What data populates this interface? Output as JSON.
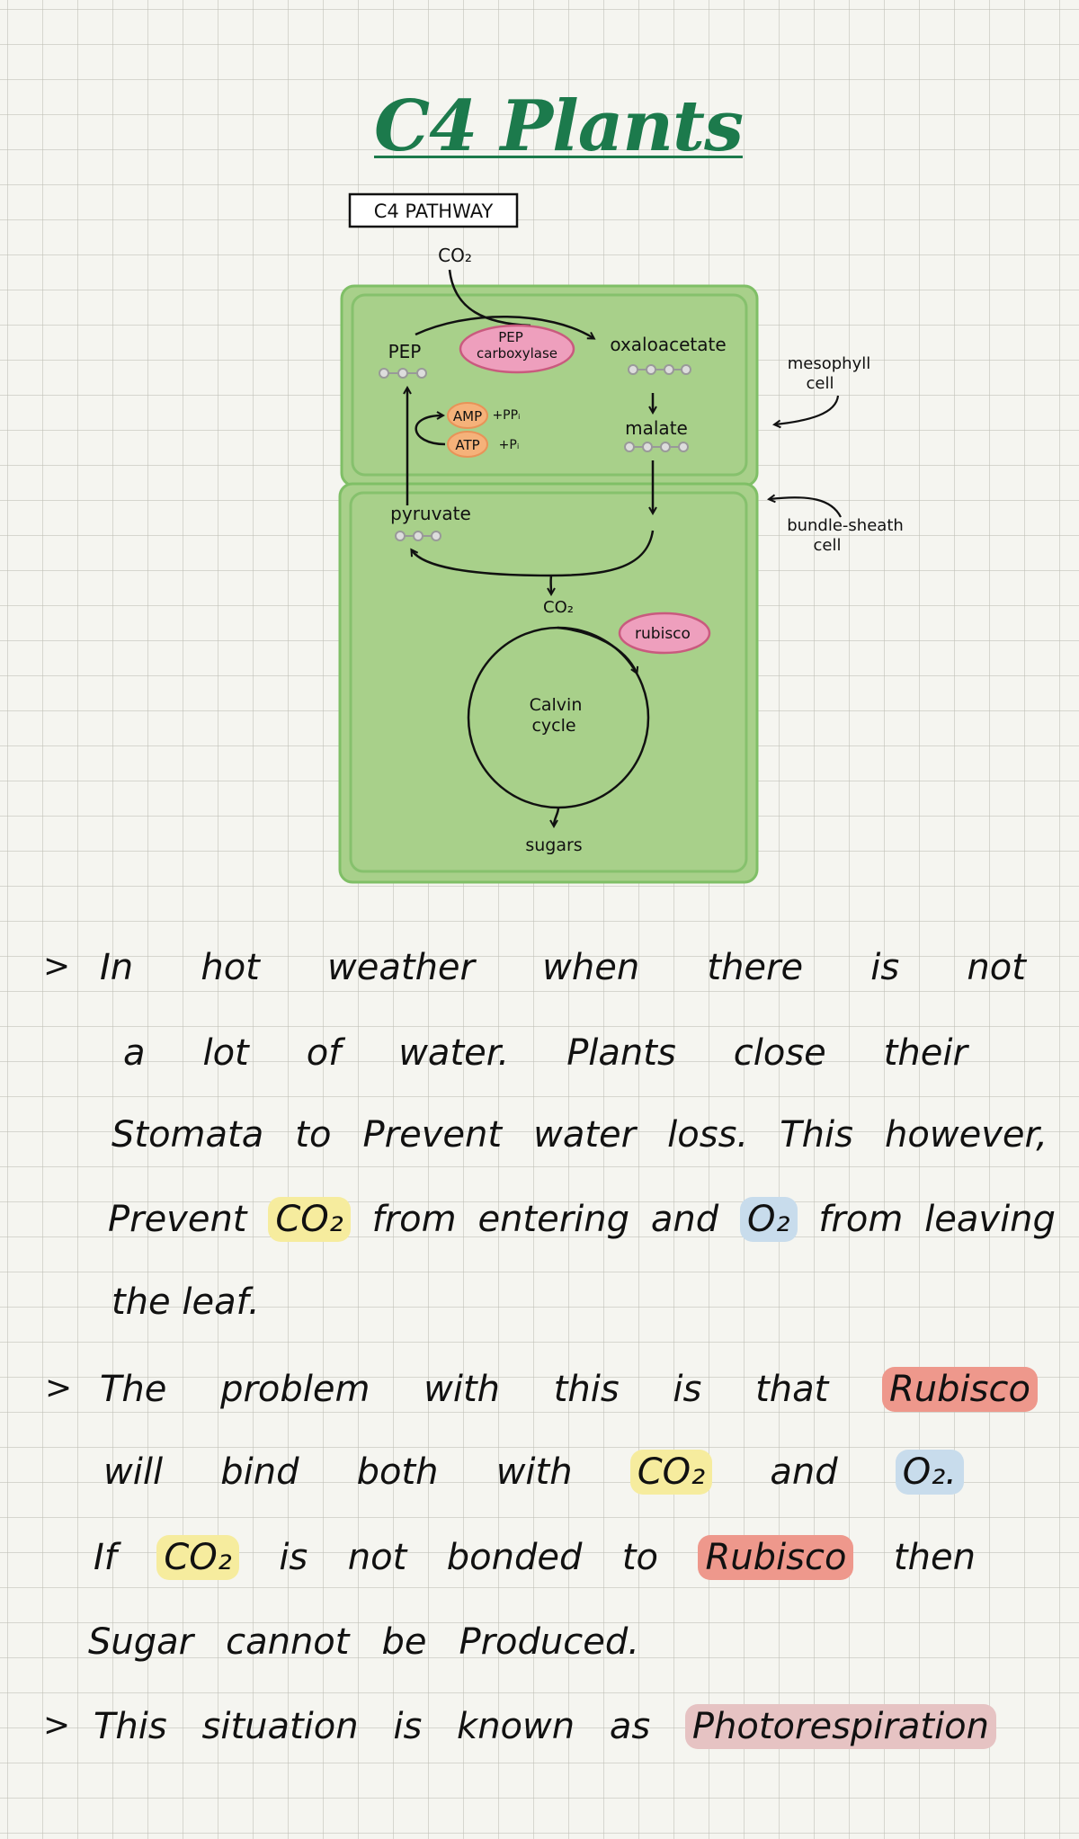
{
  "title": "C4 Plants",
  "diagram": {
    "heading": "C4 PATHWAY",
    "co2_in": "CO₂",
    "pep": "PEP",
    "pep_carboxylase": [
      "PEP",
      "carboxylase"
    ],
    "oxaloacetate": "oxaloacetate",
    "malate": "malate",
    "amp": "AMP",
    "ppi": "+PPᵢ",
    "atp": "ATP",
    "pi": "+Pᵢ",
    "pyruvate": "pyruvate",
    "co2_bundle": "CO₂",
    "rubisco": "rubisco",
    "calvin": [
      "Calvin",
      "cycle"
    ],
    "sugars": "sugars",
    "mesophyll": [
      "mesophyll",
      "cell"
    ],
    "bundle_sheath": [
      "bundle-sheath",
      "cell"
    ],
    "colors": {
      "cell": "#a8d08a",
      "cell_border": "#7fbf66",
      "enzyme": "#ee9fbd",
      "enzyme_border": "#c95a7e",
      "energy": "#f5b27a",
      "energy_border": "#e89358"
    }
  },
  "notes": {
    "bullet_symbol": ">",
    "lines": [
      {
        "bullet": true,
        "segments": [
          {
            "t": "In"
          },
          {
            "t": "hot"
          },
          {
            "t": "weather"
          },
          {
            "t": "when"
          },
          {
            "t": "there"
          },
          {
            "t": "is"
          },
          {
            "t": "not"
          }
        ]
      },
      {
        "segments": [
          {
            "t": "a"
          },
          {
            "t": "lot"
          },
          {
            "t": "of"
          },
          {
            "t": "water."
          },
          {
            "t": "Plants"
          },
          {
            "t": "close"
          },
          {
            "t": "their"
          }
        ]
      },
      {
        "segments": [
          {
            "t": "Stomata"
          },
          {
            "t": "to"
          },
          {
            "t": "Prevent"
          },
          {
            "t": "water"
          },
          {
            "t": "loss."
          },
          {
            "t": "This"
          },
          {
            "t": "however,"
          }
        ]
      },
      {
        "segments": [
          {
            "t": "Prevent"
          },
          {
            "t": "CO₂",
            "hl": "yellow"
          },
          {
            "t": "from"
          },
          {
            "t": "entering"
          },
          {
            "t": "and"
          },
          {
            "t": "O₂",
            "hl": "blue"
          },
          {
            "t": "from"
          },
          {
            "t": "leaving"
          }
        ]
      },
      {
        "segments": [
          {
            "t": "the leaf."
          }
        ]
      },
      {
        "bullet": true,
        "segments": [
          {
            "t": "The"
          },
          {
            "t": "problem"
          },
          {
            "t": "with"
          },
          {
            "t": "this"
          },
          {
            "t": "is"
          },
          {
            "t": "that"
          },
          {
            "t": "Rubisco",
            "hl": "red"
          }
        ]
      },
      {
        "segments": [
          {
            "t": "will"
          },
          {
            "t": "bind"
          },
          {
            "t": "both"
          },
          {
            "t": "with"
          },
          {
            "t": "CO₂",
            "hl": "yellow"
          },
          {
            "t": "and"
          },
          {
            "t": "O₂.",
            "hl": "blue"
          }
        ]
      },
      {
        "segments": [
          {
            "t": "If"
          },
          {
            "t": "CO₂",
            "hl": "yellow"
          },
          {
            "t": "is"
          },
          {
            "t": "not"
          },
          {
            "t": "bonded"
          },
          {
            "t": "to"
          },
          {
            "t": "Rubisco",
            "hl": "red"
          },
          {
            "t": "then"
          }
        ]
      },
      {
        "segments": [
          {
            "t": "Sugar"
          },
          {
            "t": "cannot"
          },
          {
            "t": "be"
          },
          {
            "t": "Produced."
          }
        ]
      },
      {
        "bullet": true,
        "segments": [
          {
            "t": "This"
          },
          {
            "t": "situation"
          },
          {
            "t": "is"
          },
          {
            "t": "known"
          },
          {
            "t": "as"
          },
          {
            "t": "Photorespiration",
            "hl": "pink"
          }
        ]
      }
    ]
  }
}
